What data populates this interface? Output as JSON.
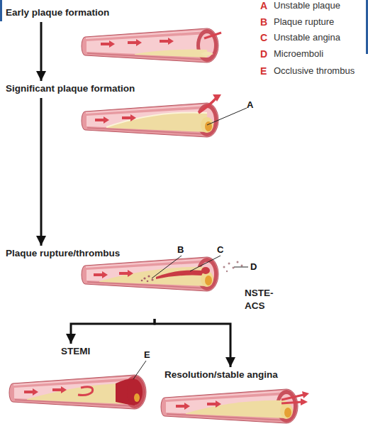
{
  "diagram": {
    "nodes": [
      {
        "text": [
          "Early plaque formation"
        ]
      },
      {
        "text": [
          "Significant plaque formation"
        ]
      },
      {
        "text": [
          "Plaque rupture/thrombus",
          "NSTE-ACS"
        ]
      },
      {
        "text": [
          "STEMI"
        ]
      },
      {
        "text": [
          "Resolution/stable angina"
        ]
      }
    ],
    "edges": [
      {
        "from": 0,
        "to": 1,
        "arrow": "to"
      },
      {
        "from": 1,
        "to": 2,
        "arrow": "to"
      },
      {
        "from": 2,
        "to": 3,
        "arrow": "to"
      },
      {
        "from": 2,
        "to": 4,
        "arrow": "to"
      }
    ],
    "labels": [
      "A",
      "B",
      "C",
      "D",
      "E",
      "A",
      "B",
      "C",
      "D",
      "E"
    ],
    "legend": [
      {
        "text": "Unstable plaque"
      },
      {
        "text": "Plaque rupture"
      },
      {
        "text": "Unstable angina"
      },
      {
        "text": "Microemboli"
      },
      {
        "text": "Occlusive thrombus"
      }
    ]
  }
}
